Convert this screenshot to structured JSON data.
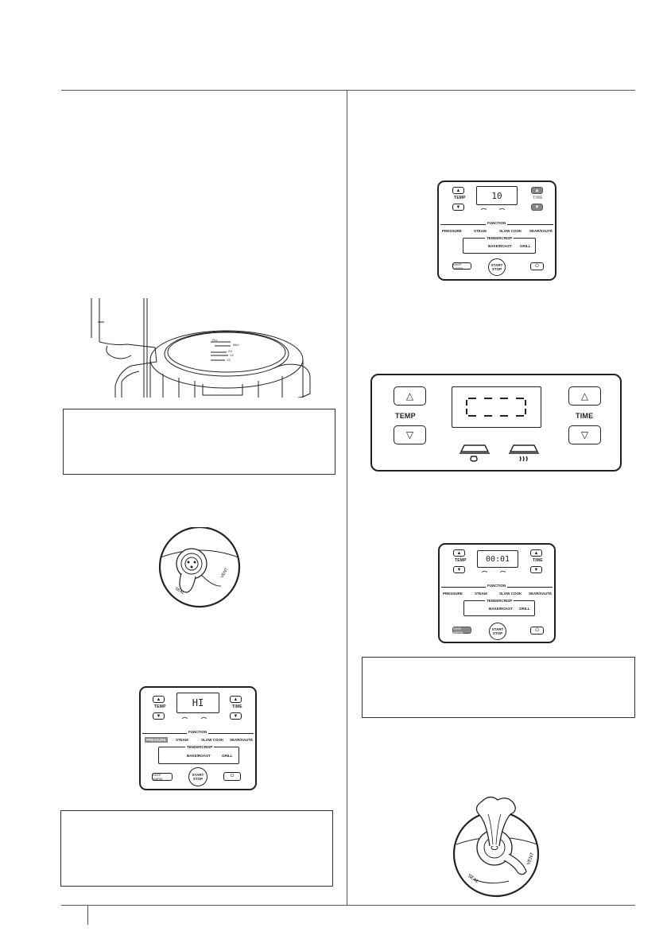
{
  "panel_small_1": {
    "display": "10",
    "temp_label": "TEMP",
    "time_label": "TIME",
    "function_label": "FUNCTION",
    "functions": [
      "PRESSURE",
      "STEAM",
      "SLOW COOK",
      "SEAR/SAUTÉ"
    ],
    "tendercrisp_label": "TENDERCRISP",
    "tendercrisp_items": [
      "",
      "BAKE/ROAST",
      "GRILL"
    ],
    "keep_warm": "KEEP WARM",
    "start": "START",
    "stop": "STOP",
    "power": "⏻",
    "up": "▲",
    "down": "▼"
  },
  "panel_small_2": {
    "display": "00:01",
    "temp_label": "TEMP",
    "time_label": "TIME",
    "function_label": "FUNCTION",
    "functions": [
      "PRESSURE",
      "STEAM",
      "SLOW COOK",
      "SEAR/SAUTÉ"
    ],
    "tendercrisp_label": "TENDERCRISP",
    "tendercrisp_items": [
      "",
      "BAKE/ROAST",
      "GRILL"
    ],
    "keep_warm": "KEEP WARM",
    "start": "START",
    "stop": "STOP",
    "power": "⏻",
    "up": "▲",
    "down": "▼"
  },
  "panel_small_3": {
    "display": "HI",
    "temp_label": "TEMP",
    "time_label": "TIME",
    "function_label": "FUNCTION",
    "functions": [
      "PRESSURE",
      "STEAM",
      "SLOW COOK",
      "SEAR/SAUTÉ"
    ],
    "tendercrisp_label": "TENDERCRISP",
    "tendercrisp_items": [
      "",
      "BAKE/ROAST",
      "GRILL"
    ],
    "keep_warm": "KEEP WARM",
    "start": "START",
    "stop": "STOP",
    "power": "⏻",
    "up": "▲",
    "down": "▼"
  },
  "panel_large": {
    "temp_label": "TEMP",
    "time_label": "TIME",
    "up": "△",
    "down": "▽"
  },
  "valve_1": {
    "seal": "SEAL",
    "vent": "VENT"
  },
  "valve_2": {
    "seal": "SEAL",
    "vent": "VENT"
  },
  "pot": {
    "lid_text": [
      "FILL",
      "MAX",
      "2/3",
      "1/2",
      "1/3"
    ]
  }
}
